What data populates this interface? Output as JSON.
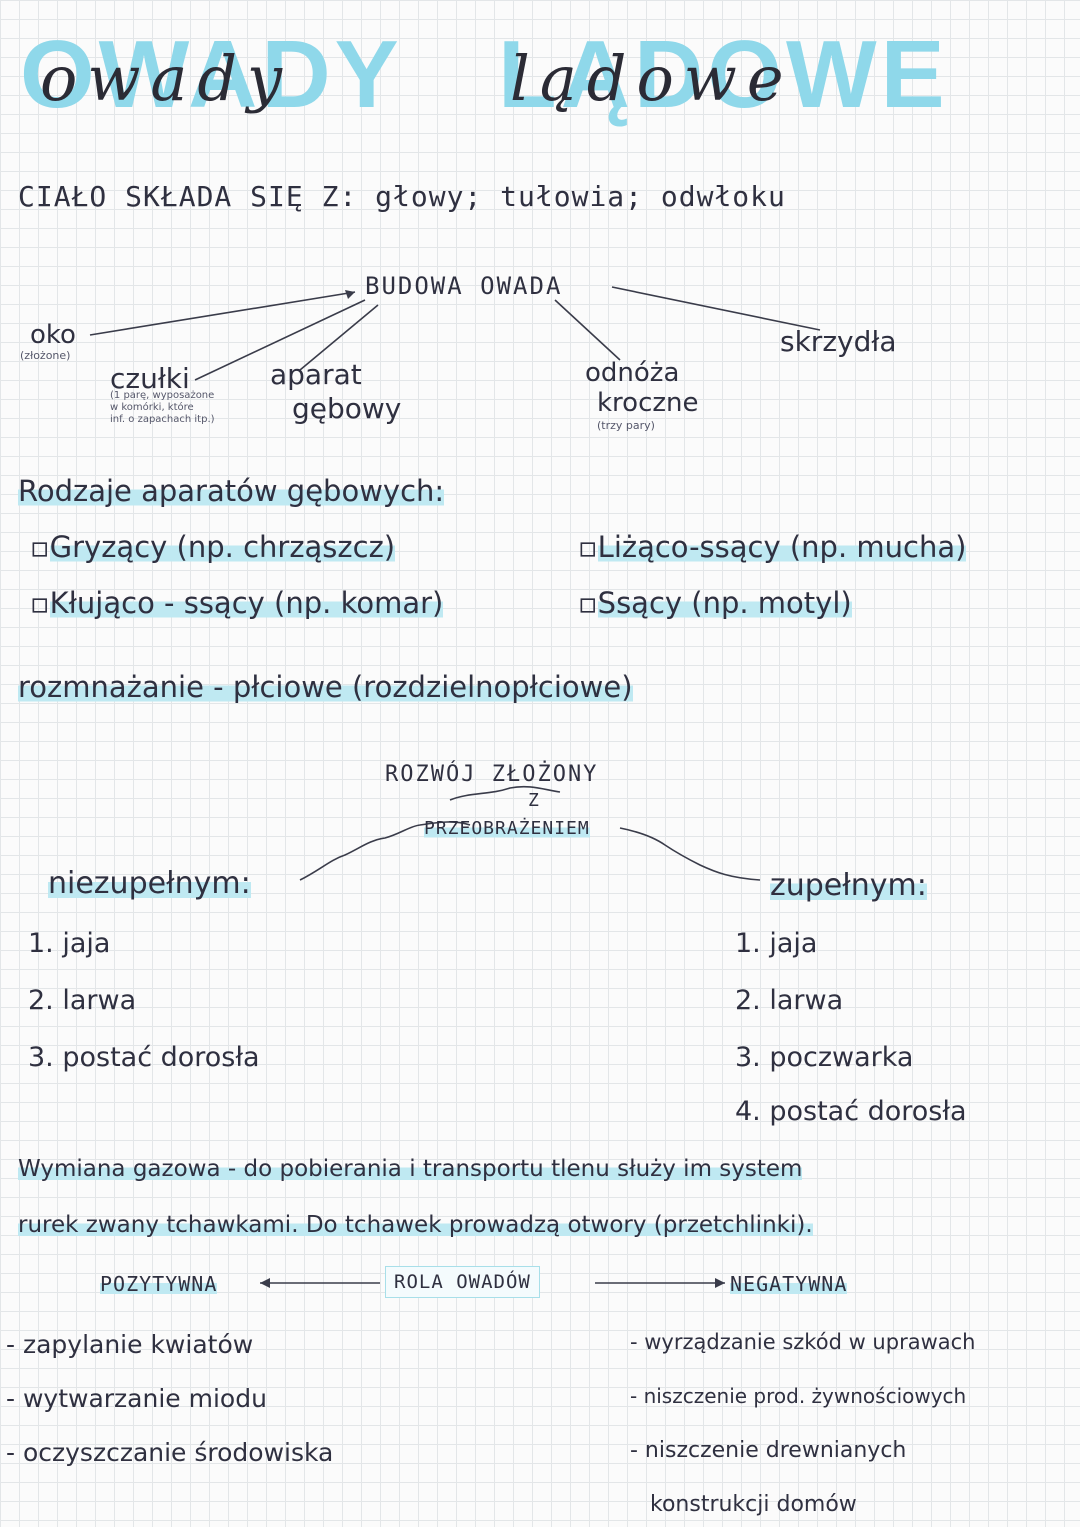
{
  "title": {
    "banner_word1": "OWADY",
    "banner_word2": "LĄDOWE",
    "script_word1": "owady",
    "script_word2": "lądowe"
  },
  "body_parts": "CIAŁO SKŁADA SIĘ Z: głowy; tułowia; odwłoku",
  "structure": {
    "center": "BUDOWA OWADA",
    "oko": "oko",
    "oko_note": "(złożone)",
    "czulki": "czułki",
    "czulki_note": [
      "(1 parę, wyposażone",
      "w komórki, które",
      "inf. o zapachach itp.)"
    ],
    "aparat": [
      "aparat",
      "gębowy"
    ],
    "odnoza": [
      "odnóża",
      "kroczne"
    ],
    "odnoza_note": "(trzy pary)",
    "skrzydla": "skrzydła"
  },
  "mouthparts": {
    "heading": "Rodzaje aparatów gębowych:",
    "items": [
      "Gryzący (np. chrząszcz)",
      "Kłująco - ssący (np. komar)",
      "Liżąco-ssący (np. mucha)",
      "Ssący (np. motyl)"
    ]
  },
  "reproduction": "rozmnażanie - płciowe (rozdzielnopłciowe)",
  "development": {
    "title": "ROZWÓJ ZŁOŻONY",
    "z": "Z",
    "przeobrazeniem": "PRZEOBRAŻENIEM",
    "incomplete_title": "niezupełnym:",
    "incomplete": [
      "1. jaja",
      "2. larwa",
      "3. postać dorosła"
    ],
    "complete_title": "zupełnym:",
    "complete": [
      "1. jaja",
      "2. larwa",
      "3. poczwarka",
      "4. postać dorosła"
    ]
  },
  "gas_exchange": [
    "Wymiana gazowa - do pobierania i transportu tlenu służy im system",
    "rurek zwany tchawkami. Do tchawek prowadzą otwory (przetchlinki)."
  ],
  "role": {
    "center": "ROLA OWADÓW",
    "positive_title": "POZYTYWNA",
    "negative_title": "NEGATYWNA",
    "positive": [
      "- zapylanie kwiatów",
      "- wytwarzanie miodu",
      "- oczyszczanie środowiska"
    ],
    "negative": [
      "- wyrządzanie szkód w uprawach",
      "- niszczenie prod. żywnościowych",
      "- niszczenie drewnianych",
      "konstrukcji domów"
    ]
  },
  "colors": {
    "highlight": "#bfe9f2",
    "banner": "#8fd8ea",
    "ink": "#2f3040"
  }
}
